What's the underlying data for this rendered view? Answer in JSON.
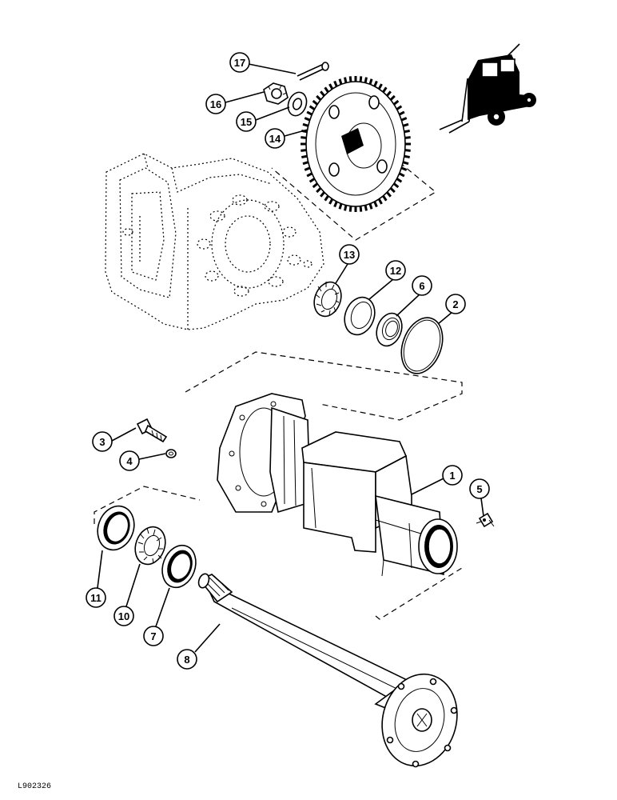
{
  "reference_code": "L902326",
  "callouts": [
    {
      "num": "17"
    },
    {
      "num": "16"
    },
    {
      "num": "15"
    },
    {
      "num": "14"
    },
    {
      "num": "13"
    },
    {
      "num": "12"
    },
    {
      "num": "6"
    },
    {
      "num": "2"
    },
    {
      "num": "3"
    },
    {
      "num": "4"
    },
    {
      "num": "1"
    },
    {
      "num": "5"
    },
    {
      "num": "11"
    },
    {
      "num": "10"
    },
    {
      "num": "7"
    },
    {
      "num": "8"
    }
  ],
  "colors": {
    "ink": "#000000",
    "paper": "#ffffff"
  },
  "icons": {
    "locator": "forklift-icon"
  }
}
